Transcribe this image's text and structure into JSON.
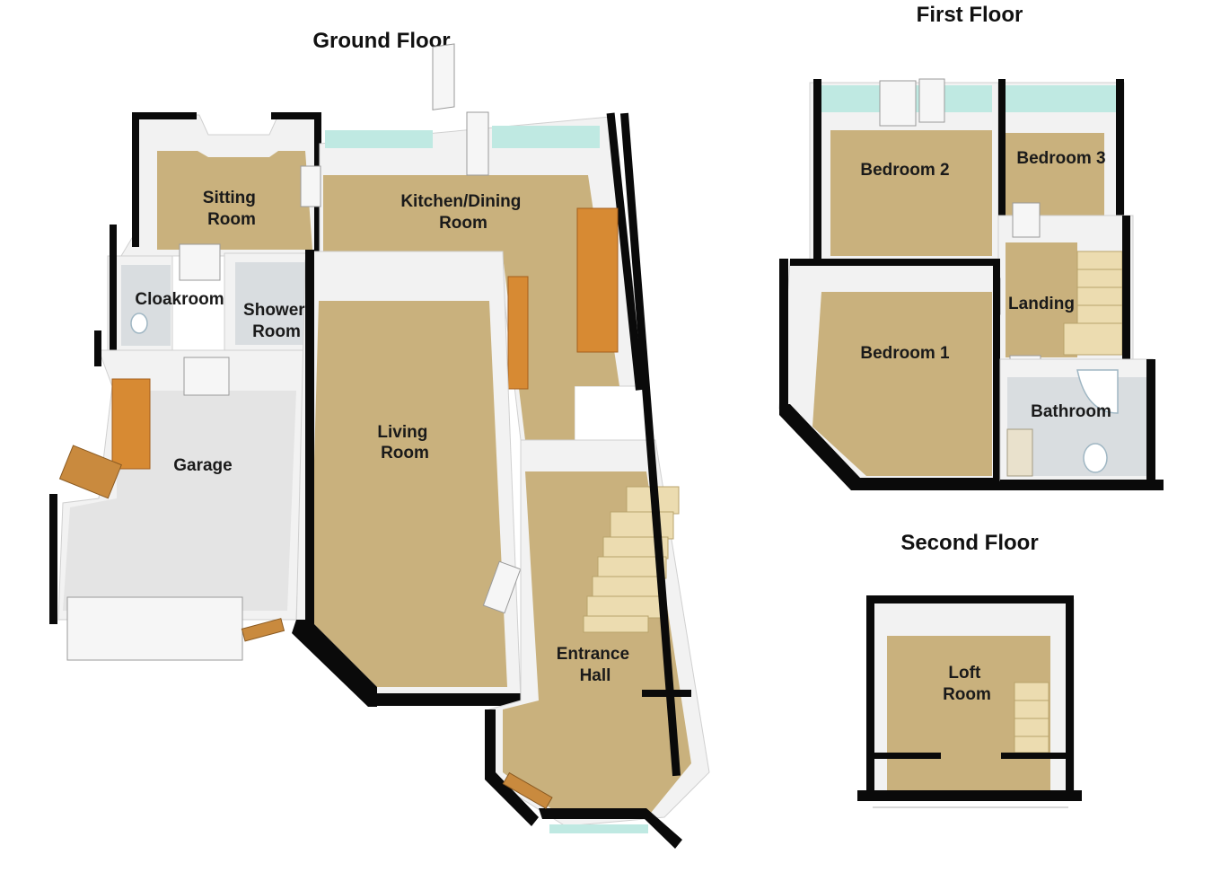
{
  "floors": {
    "ground": {
      "title": "Ground Floor",
      "rooms": {
        "sitting_room": [
          "Sitting",
          "Room"
        ],
        "kitchen_dining": [
          "Kitchen/Dining",
          "Room"
        ],
        "cloakroom": [
          "Cloakroom"
        ],
        "shower_room": [
          "Shower",
          "Room"
        ],
        "living_room": [
          "Living",
          "Room"
        ],
        "garage": [
          "Garage"
        ],
        "entrance_hall": [
          "Entrance",
          "Hall"
        ]
      }
    },
    "first": {
      "title": "First Floor",
      "rooms": {
        "bedroom_2": [
          "Bedroom 2"
        ],
        "bedroom_3": [
          "Bedroom 3"
        ],
        "landing": [
          "Landing"
        ],
        "bedroom_1": [
          "Bedroom 1"
        ],
        "bathroom": [
          "Bathroom"
        ]
      }
    },
    "second": {
      "title": "Second Floor",
      "rooms": {
        "loft_room": [
          "Loft",
          "Room"
        ]
      }
    }
  },
  "colors": {
    "carpet": "#c9b17d",
    "wall": "#0a0a0a",
    "glazing": "#bfe9e2",
    "worktop": "#d78a33"
  }
}
